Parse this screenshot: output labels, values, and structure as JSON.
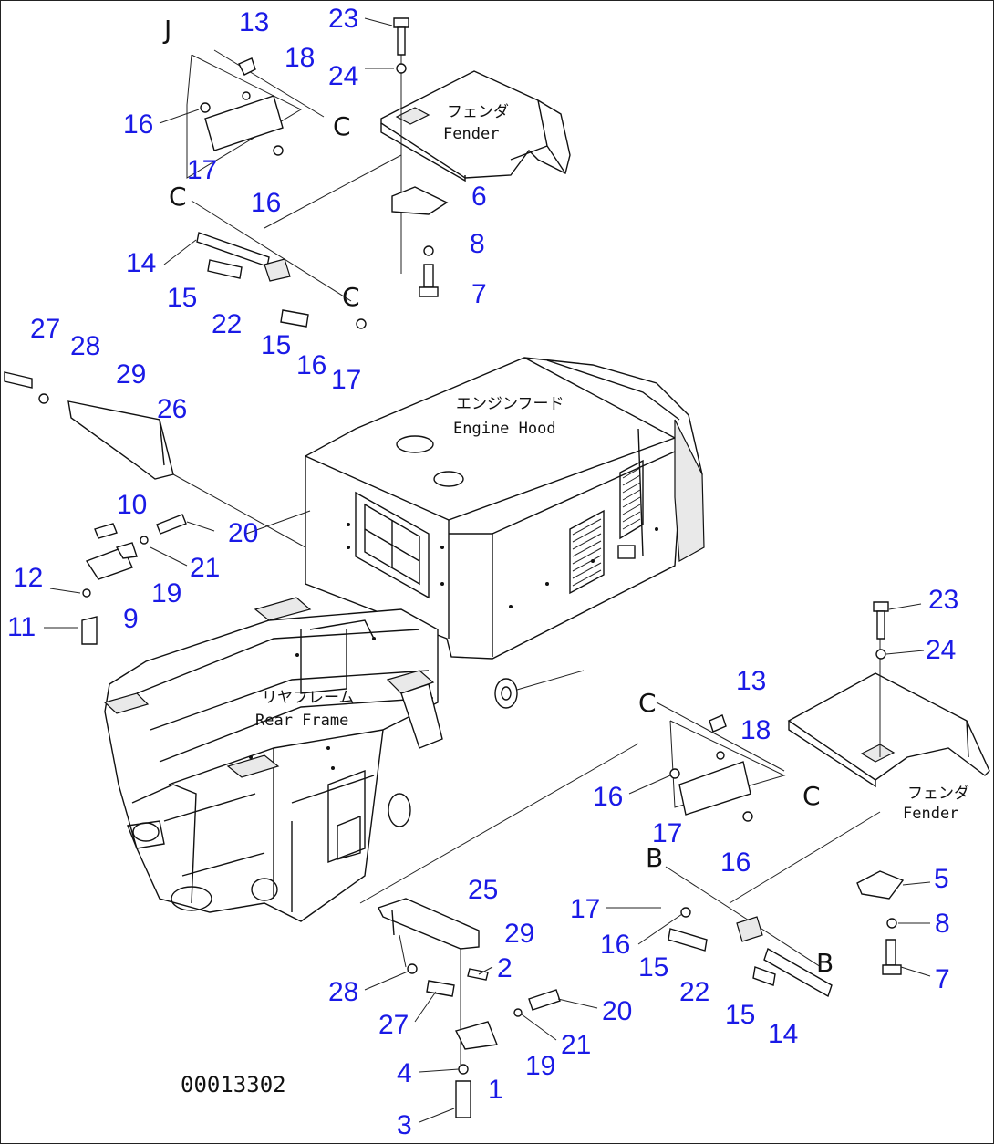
{
  "drawing_number": "00013302",
  "labels": {
    "fender_jp": "フェンダ",
    "fender_en_top": "Fender",
    "fender_en_right": "Fender",
    "engine_hood_jp": "エンジンフード",
    "engine_hood_en": "Engine Hood",
    "rear_frame_jp": "リヤフレーム",
    "rear_frame_en": "Rear Frame"
  },
  "section_letters": [
    "J",
    "C",
    "C",
    "C",
    "C",
    "C",
    "B",
    "B",
    "b"
  ],
  "callouts": [
    {
      "id": "c13a",
      "text": "13"
    },
    {
      "id": "c18a",
      "text": "18"
    },
    {
      "id": "c16a",
      "text": "16"
    },
    {
      "id": "c17a",
      "text": "17"
    },
    {
      "id": "c16b",
      "text": "16"
    },
    {
      "id": "c23a",
      "text": "23"
    },
    {
      "id": "c24a",
      "text": "24"
    },
    {
      "id": "c6",
      "text": "6"
    },
    {
      "id": "c8a",
      "text": "8"
    },
    {
      "id": "c7a",
      "text": "7"
    },
    {
      "id": "c14a",
      "text": "14"
    },
    {
      "id": "c15a",
      "text": "15"
    },
    {
      "id": "c22a",
      "text": "22"
    },
    {
      "id": "c15b",
      "text": "15"
    },
    {
      "id": "c16c",
      "text": "16"
    },
    {
      "id": "c17b",
      "text": "17"
    },
    {
      "id": "c27a",
      "text": "27"
    },
    {
      "id": "c28a",
      "text": "28"
    },
    {
      "id": "c29a",
      "text": "29"
    },
    {
      "id": "c26",
      "text": "26"
    },
    {
      "id": "c10",
      "text": "10"
    },
    {
      "id": "c20a",
      "text": "20"
    },
    {
      "id": "c21a",
      "text": "21"
    },
    {
      "id": "c19a",
      "text": "19"
    },
    {
      "id": "c12",
      "text": "12"
    },
    {
      "id": "c9",
      "text": "9"
    },
    {
      "id": "c11",
      "text": "11"
    },
    {
      "id": "c23b",
      "text": "23"
    },
    {
      "id": "c24b",
      "text": "24"
    },
    {
      "id": "c13b",
      "text": "13"
    },
    {
      "id": "c18b",
      "text": "18"
    },
    {
      "id": "c16d",
      "text": "16"
    },
    {
      "id": "c17c",
      "text": "17"
    },
    {
      "id": "c16e",
      "text": "16"
    },
    {
      "id": "c5",
      "text": "5"
    },
    {
      "id": "c8b",
      "text": "8"
    },
    {
      "id": "c7b",
      "text": "7"
    },
    {
      "id": "c17d",
      "text": "17"
    },
    {
      "id": "c16f",
      "text": "16"
    },
    {
      "id": "c15c",
      "text": "15"
    },
    {
      "id": "c22b",
      "text": "22"
    },
    {
      "id": "c15d",
      "text": "15"
    },
    {
      "id": "c14b",
      "text": "14"
    },
    {
      "id": "c25",
      "text": "25"
    },
    {
      "id": "c29b",
      "text": "29"
    },
    {
      "id": "c2",
      "text": "2"
    },
    {
      "id": "c28b",
      "text": "28"
    },
    {
      "id": "c27b",
      "text": "27"
    },
    {
      "id": "c20b",
      "text": "20"
    },
    {
      "id": "c21b",
      "text": "21"
    },
    {
      "id": "c19b",
      "text": "19"
    },
    {
      "id": "c4",
      "text": "4"
    },
    {
      "id": "c1",
      "text": "1"
    },
    {
      "id": "c3",
      "text": "3"
    }
  ]
}
